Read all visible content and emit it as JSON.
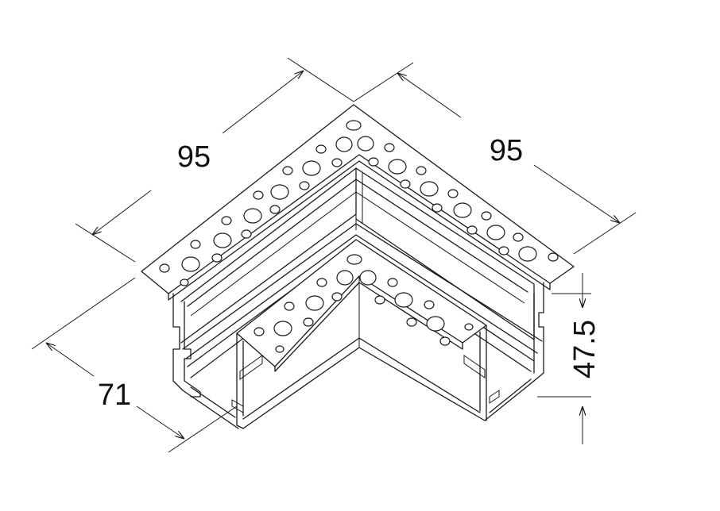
{
  "dimensions": {
    "width_left": "95",
    "width_right": "95",
    "depth": "71",
    "height": "47.5"
  },
  "colors": {
    "line": "#1a1a1a",
    "background": "#ffffff"
  }
}
